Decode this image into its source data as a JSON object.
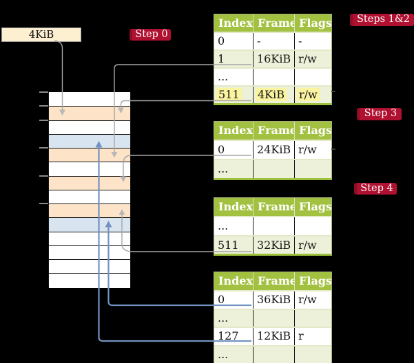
{
  "frame_label": {
    "text": "4KiB"
  },
  "badges": {
    "step0": "Step 0",
    "steps12": "Steps 1&2",
    "step3": "Step 3",
    "step4": "Step 4"
  },
  "memory_stack": {
    "rows": [
      {
        "color": "white",
        "tick": true
      },
      {
        "color": "peach",
        "tick": true
      },
      {
        "color": "white",
        "tick": true
      },
      {
        "color": "blue",
        "tick": false
      },
      {
        "color": "peach",
        "tick": true
      },
      {
        "color": "white",
        "tick": false
      },
      {
        "color": "peach",
        "tick": true
      },
      {
        "color": "white",
        "tick": false
      },
      {
        "color": "peach",
        "tick": true
      },
      {
        "color": "blue",
        "tick": false
      },
      {
        "color": "white",
        "tick": false
      },
      {
        "color": "white",
        "tick": false
      },
      {
        "color": "white",
        "tick": false
      },
      {
        "color": "white",
        "tick": false
      }
    ]
  },
  "page_tables": [
    {
      "name": "page-table-1",
      "headers": [
        "Index",
        "Frame",
        "Flags"
      ],
      "rows": [
        {
          "cells": [
            "0",
            "-",
            "-"
          ],
          "shade": false,
          "highlight": false
        },
        {
          "cells": [
            "1",
            "16KiB",
            "r/w"
          ],
          "shade": true,
          "highlight": false
        },
        {
          "cells": [
            "...",
            "",
            ""
          ],
          "shade": false,
          "highlight": false
        },
        {
          "cells": [
            "511",
            "4KiB",
            "r/w"
          ],
          "shade": true,
          "highlight": true
        }
      ]
    },
    {
      "name": "page-table-2",
      "headers": [
        "Index",
        "Frame",
        "Flags"
      ],
      "rows": [
        {
          "cells": [
            "0",
            "24KiB",
            "r/w"
          ],
          "shade": false,
          "highlight": false
        },
        {
          "cells": [
            "...",
            "",
            ""
          ],
          "shade": true,
          "highlight": false
        }
      ]
    },
    {
      "name": "page-table-3",
      "headers": [
        "Index",
        "Frame",
        "Flags"
      ],
      "rows": [
        {
          "cells": [
            "...",
            "",
            ""
          ],
          "shade": false,
          "highlight": false
        },
        {
          "cells": [
            "511",
            "32KiB",
            "r/w"
          ],
          "shade": true,
          "highlight": false
        }
      ]
    },
    {
      "name": "page-table-4",
      "headers": [
        "Index",
        "Frame",
        "Flags"
      ],
      "rows": [
        {
          "cells": [
            "0",
            "36KiB",
            "r/w"
          ],
          "shade": false,
          "highlight": false
        },
        {
          "cells": [
            "...",
            "",
            ""
          ],
          "shade": true,
          "highlight": false
        },
        {
          "cells": [
            "127",
            "12KiB",
            "r"
          ],
          "shade": false,
          "highlight": false
        },
        {
          "cells": [
            "...",
            "",
            ""
          ],
          "shade": true,
          "highlight": false
        }
      ]
    }
  ],
  "colors": {
    "header-green": "#a3c140",
    "row-shade": "#edf1d9",
    "highlight-yellow": "#faf3a0",
    "badge-red": "#b01130",
    "badge-red-dark": "#8c0d26",
    "peach": "#fde4c8",
    "light-blue": "#d9e4f1",
    "cream": "#fdf0d0",
    "gray-line": "#a6a6a6",
    "gray-head": "#b8b8b8",
    "blue-line": "#7292c2"
  }
}
